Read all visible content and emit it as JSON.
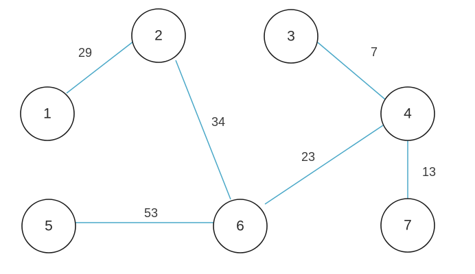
{
  "graph": {
    "edge_color": "#4aa8c8",
    "node_stroke_color": "#1a1a1a",
    "nodes": [
      {
        "id": "n1",
        "label": "1"
      },
      {
        "id": "n2",
        "label": "2"
      },
      {
        "id": "n3",
        "label": "3"
      },
      {
        "id": "n4",
        "label": "4"
      },
      {
        "id": "n5",
        "label": "5"
      },
      {
        "id": "n6",
        "label": "6"
      },
      {
        "id": "n7",
        "label": "7"
      }
    ],
    "edges": [
      {
        "from": "1",
        "to": "2",
        "weight": "29"
      },
      {
        "from": "2",
        "to": "6",
        "weight": "34"
      },
      {
        "from": "3",
        "to": "4",
        "weight": "7"
      },
      {
        "from": "4",
        "to": "6",
        "weight": "23"
      },
      {
        "from": "4",
        "to": "7",
        "weight": "13"
      },
      {
        "from": "5",
        "to": "6",
        "weight": "53"
      }
    ]
  }
}
